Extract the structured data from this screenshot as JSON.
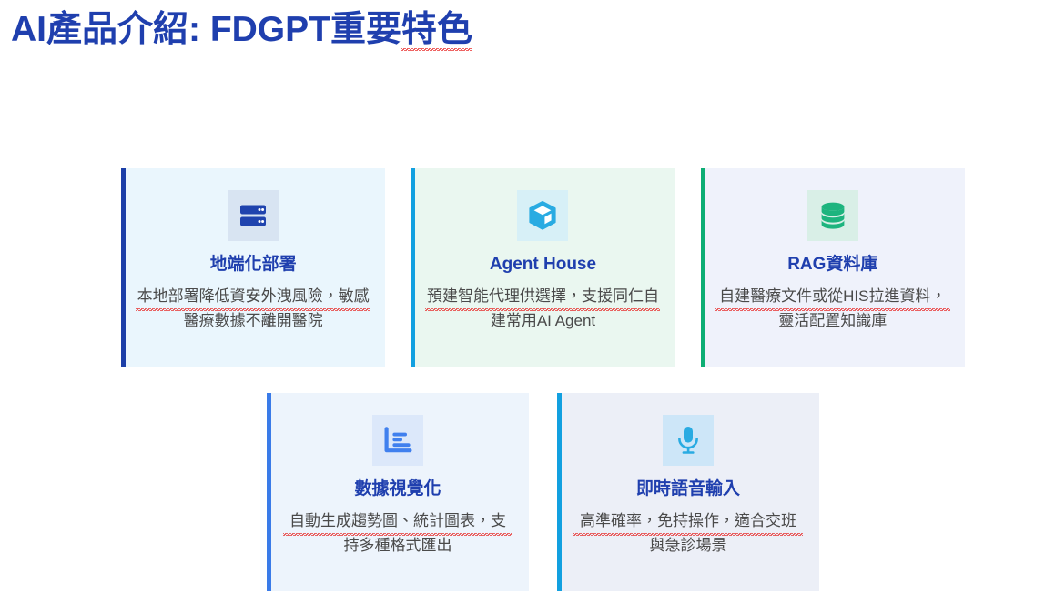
{
  "slide": {
    "title_plain": "AI產品介紹: FDGPT重要",
    "title_spell": "特色",
    "title_full": "AI產品介紹: FDGPT重要特色",
    "background": "#ffffff",
    "title_color": "#1f3fae",
    "spellcheck_underline_color": "#e8312f"
  },
  "cards": [
    {
      "id": "local-deployment",
      "title": "地端化部署",
      "description": "本地部署降低資安外洩風險，敏感醫療數據不離開醫院",
      "icon": "server-icon",
      "stripe_color": "#1c3fa8",
      "card_background": "#eaf6fd",
      "icon_box_background": "#d8e4f2",
      "icon_color": "#1f43ae",
      "row": "top"
    },
    {
      "id": "agent-house",
      "title": "Agent House",
      "description": "預建智能代理供選擇，支援同仁自建常用AI Agent",
      "icon": "cube-box-icon",
      "stripe_color": "#12a0e0",
      "card_background": "#eaf7f0",
      "icon_box_background": "#d7f0f7",
      "icon_color": "#29abe2",
      "row": "top"
    },
    {
      "id": "rag-knowledge-base",
      "title": "RAG資料庫",
      "description": "自建醫療文件或從HIS拉進資料，靈活配置知識庫",
      "icon": "database-icon",
      "stripe_color": "#0dae74",
      "card_background": "#eff2fb",
      "icon_box_background": "#d9efe7",
      "icon_color": "#1db47e",
      "row": "top"
    },
    {
      "id": "data-visualization",
      "title": "數據視覺化",
      "description": "自動生成趨勢圖、統計圖表，支持多種格式匯出",
      "icon": "bar-chart-icon",
      "stripe_color": "#3a7be8",
      "card_background": "#edf4fc",
      "icon_box_background": "#dce8fa",
      "icon_color": "#4080ee",
      "row": "bottom"
    },
    {
      "id": "realtime-voice-input",
      "title": "即時語音輸入",
      "description": "高準確率，免持操作，適合交班與急診場景",
      "icon": "microphone-icon",
      "stripe_color": "#12a0e0",
      "card_background": "#eceff7",
      "icon_box_background": "#cde6f8",
      "icon_color": "#29abe2",
      "row": "bottom"
    }
  ]
}
